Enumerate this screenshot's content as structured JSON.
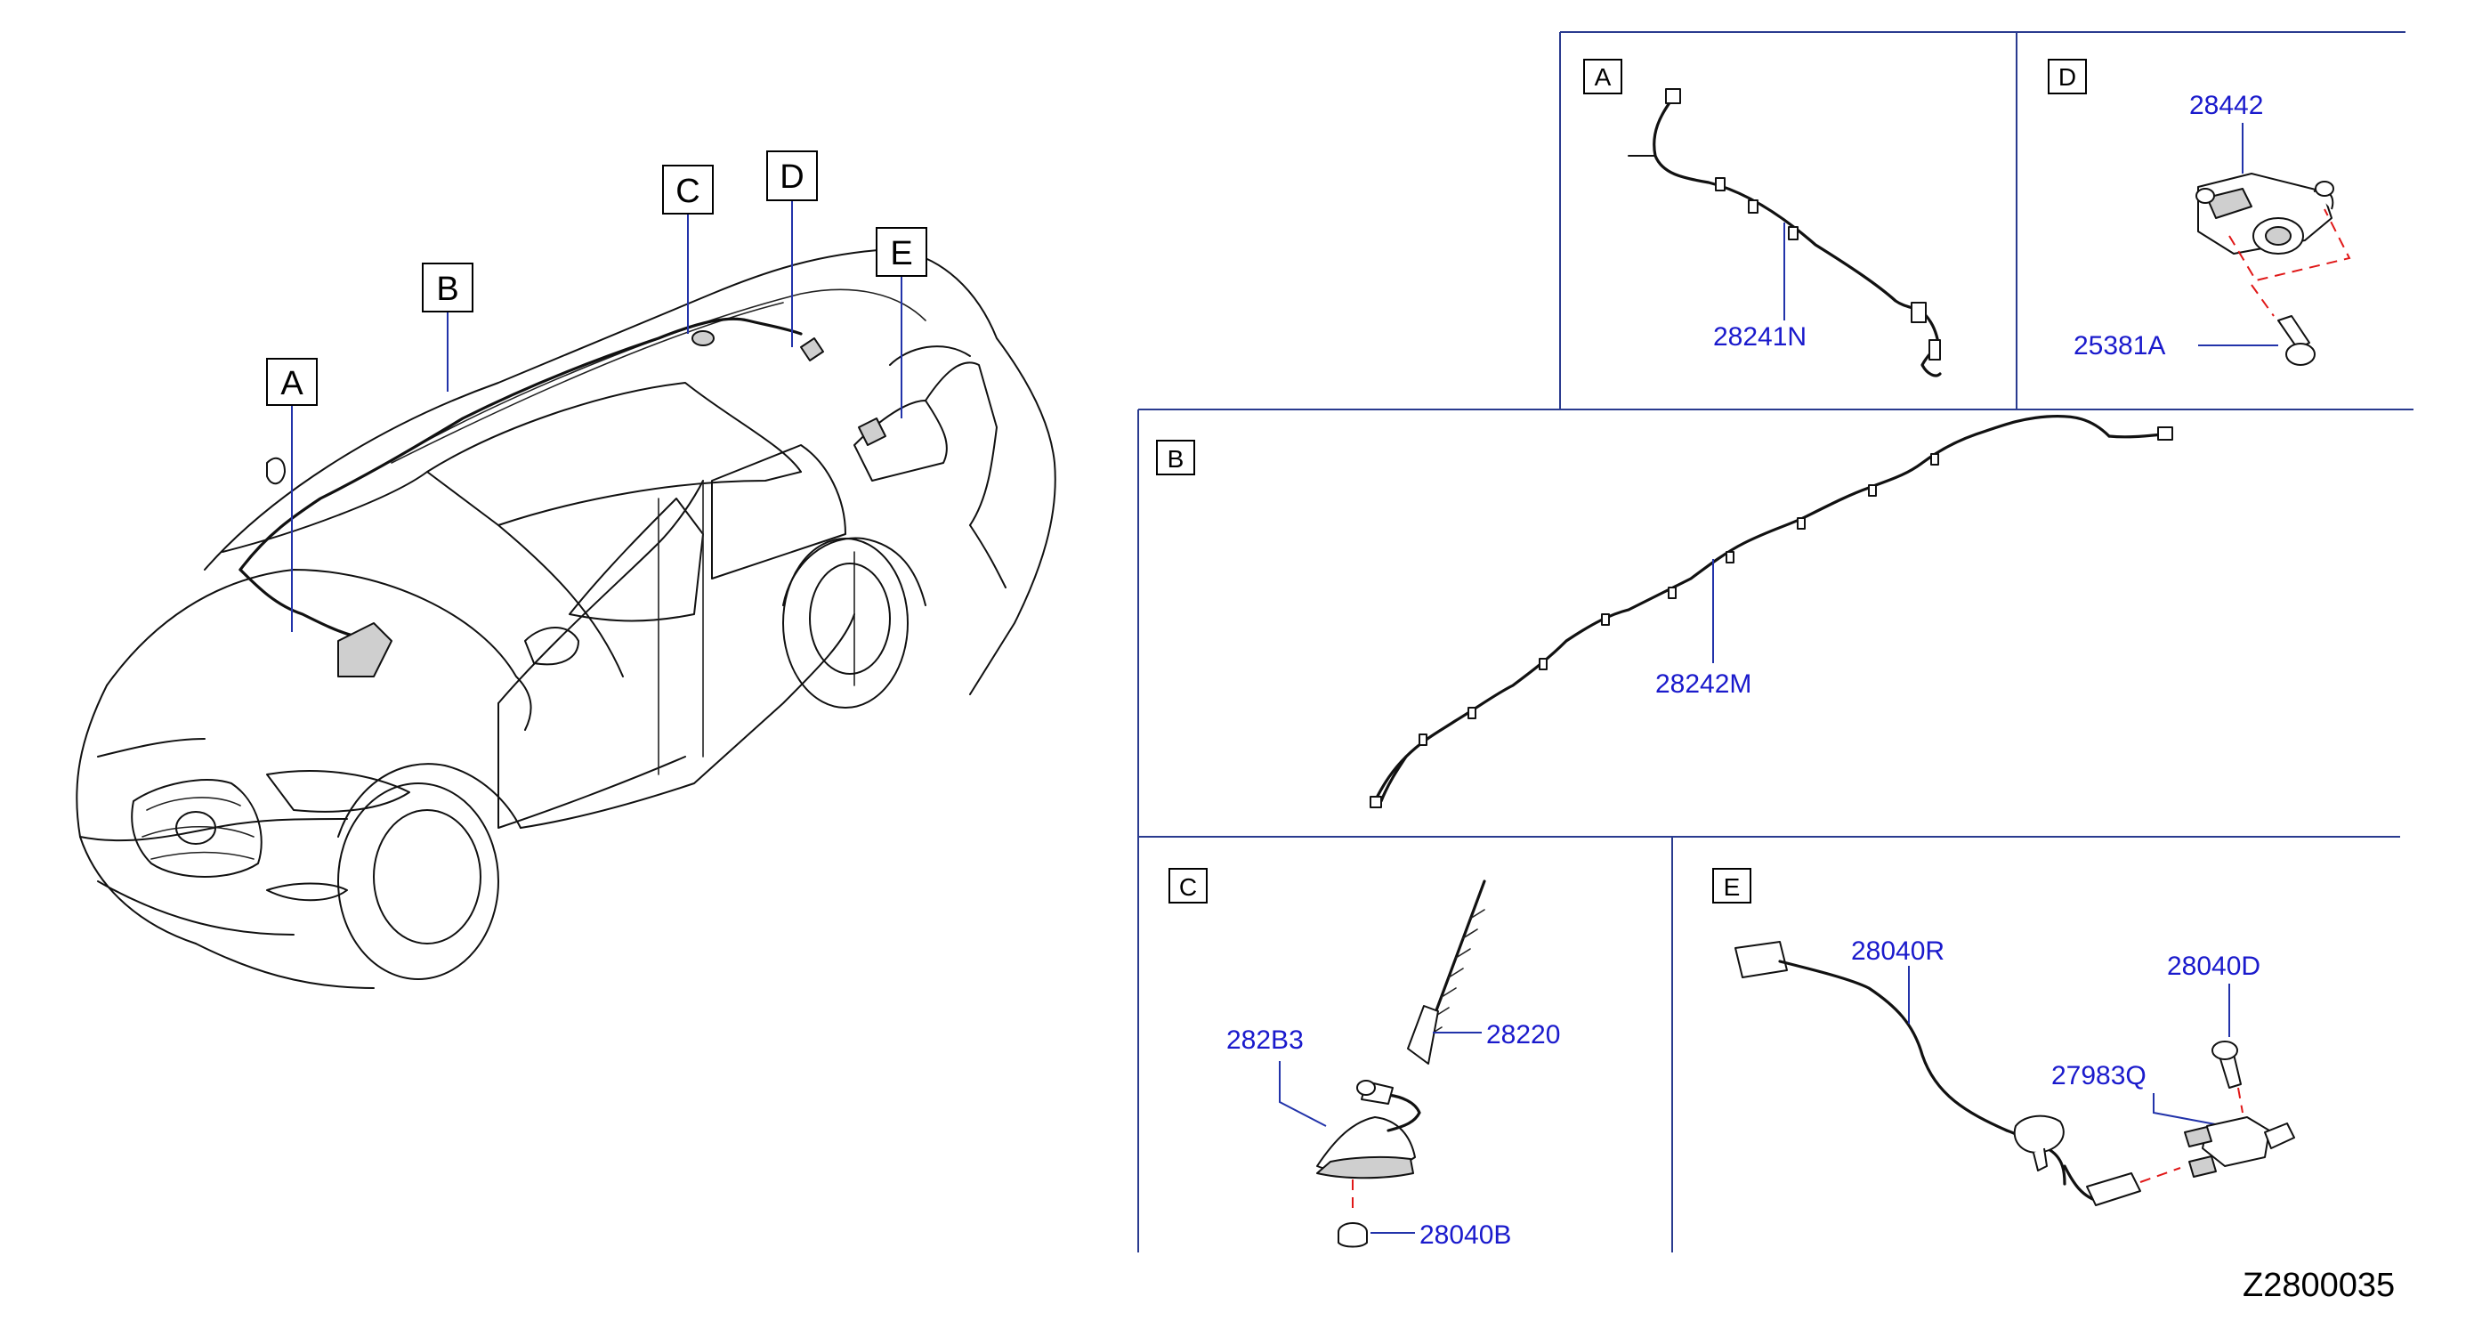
{
  "overview_callouts": [
    "A",
    "B",
    "C",
    "D",
    "E"
  ],
  "panels": {
    "A": {
      "label": "A",
      "parts": [
        "28241N"
      ]
    },
    "B": {
      "label": "B",
      "parts": [
        "28242M"
      ]
    },
    "C": {
      "label": "C",
      "parts": [
        "28220",
        "282B3",
        "28040B"
      ]
    },
    "D": {
      "label": "D",
      "parts": [
        "28442",
        "25381A"
      ]
    },
    "E": {
      "label": "E",
      "parts": [
        "28040R",
        "28040D",
        "27983Q"
      ]
    }
  },
  "diagram_code": "Z2800035"
}
